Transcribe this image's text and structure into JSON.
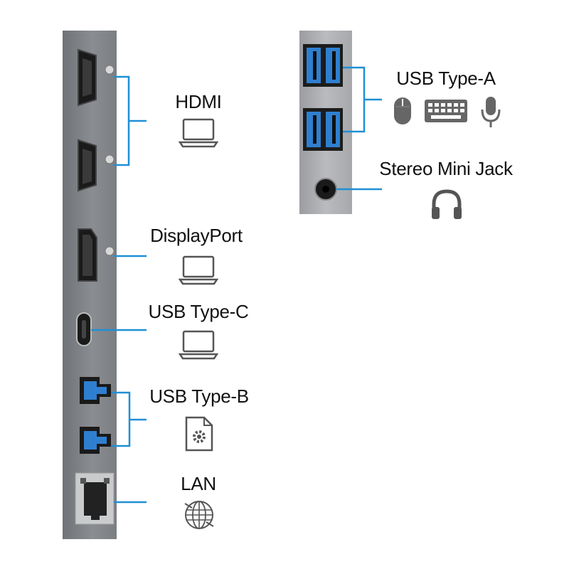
{
  "colors": {
    "leader_line": "#1e90d6",
    "panel_dark": "#7d8084",
    "panel_light": "#b4b6b9",
    "usb3_blue": "#2f7fd0",
    "icon_gray": "#555555"
  },
  "ports": {
    "hdmi": {
      "label": "HDMI",
      "icon": "laptop-icon"
    },
    "displayport": {
      "label": "DisplayPort",
      "icon": "laptop-icon"
    },
    "usb_c": {
      "label": "USB Type-C",
      "icon": "laptop-icon"
    },
    "usb_b": {
      "label": "USB Type-B",
      "icon": "settings-document-icon"
    },
    "lan": {
      "label": "LAN",
      "icon": "globe-network-icon"
    },
    "usb_a": {
      "label": "USB Type-A",
      "icons": [
        "mouse-icon",
        "keyboard-icon",
        "microphone-icon"
      ]
    },
    "audio": {
      "label": "Stereo Mini Jack",
      "icon": "headphones-icon"
    }
  }
}
